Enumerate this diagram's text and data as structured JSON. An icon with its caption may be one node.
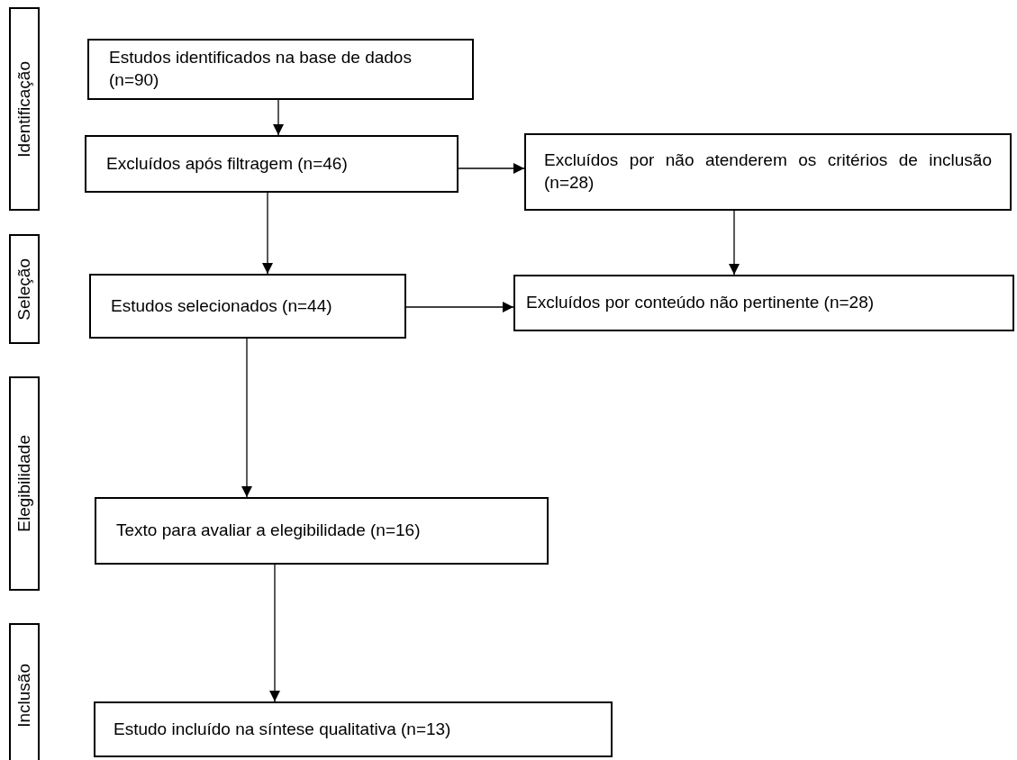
{
  "diagram": {
    "nodes": [
      {
        "text": [
          "Identificação"
        ]
      },
      {
        "text": [
          "Estudos identificados na base de dados (n=90)"
        ]
      },
      {
        "text": [
          "Excluídos após filtragem (n=46)"
        ]
      },
      {
        "text": [
          "Excluídos por não atenderem os critérios de inclusão (n=28)"
        ]
      },
      {
        "text": [
          "Seleção"
        ]
      },
      {
        "text": [
          "Estudos selecionados (n=44)"
        ]
      },
      {
        "text": [
          "Excluídos por conteúdo não pertinente (n=28)"
        ]
      },
      {
        "text": [
          "Elegibilidade"
        ]
      },
      {
        "text": [
          "Texto para avaliar a elegibilidade (n=16)"
        ]
      },
      {
        "text": [
          "Inclusão"
        ]
      },
      {
        "text": [
          "Estudo incluído na síntese qualitativa (n=13)"
        ]
      }
    ],
    "edges": [
      {
        "from": 1,
        "to": 2,
        "arrow": "to"
      },
      {
        "from": 2,
        "to": 3,
        "arrow": "to"
      },
      {
        "from": 2,
        "to": 5,
        "arrow": "to"
      },
      {
        "from": 3,
        "to": 6,
        "arrow": "to"
      },
      {
        "from": 5,
        "to": 6,
        "arrow": "to"
      },
      {
        "from": 5,
        "to": 8,
        "arrow": "to"
      },
      {
        "from": 8,
        "to": 10,
        "arrow": "to"
      }
    ]
  }
}
